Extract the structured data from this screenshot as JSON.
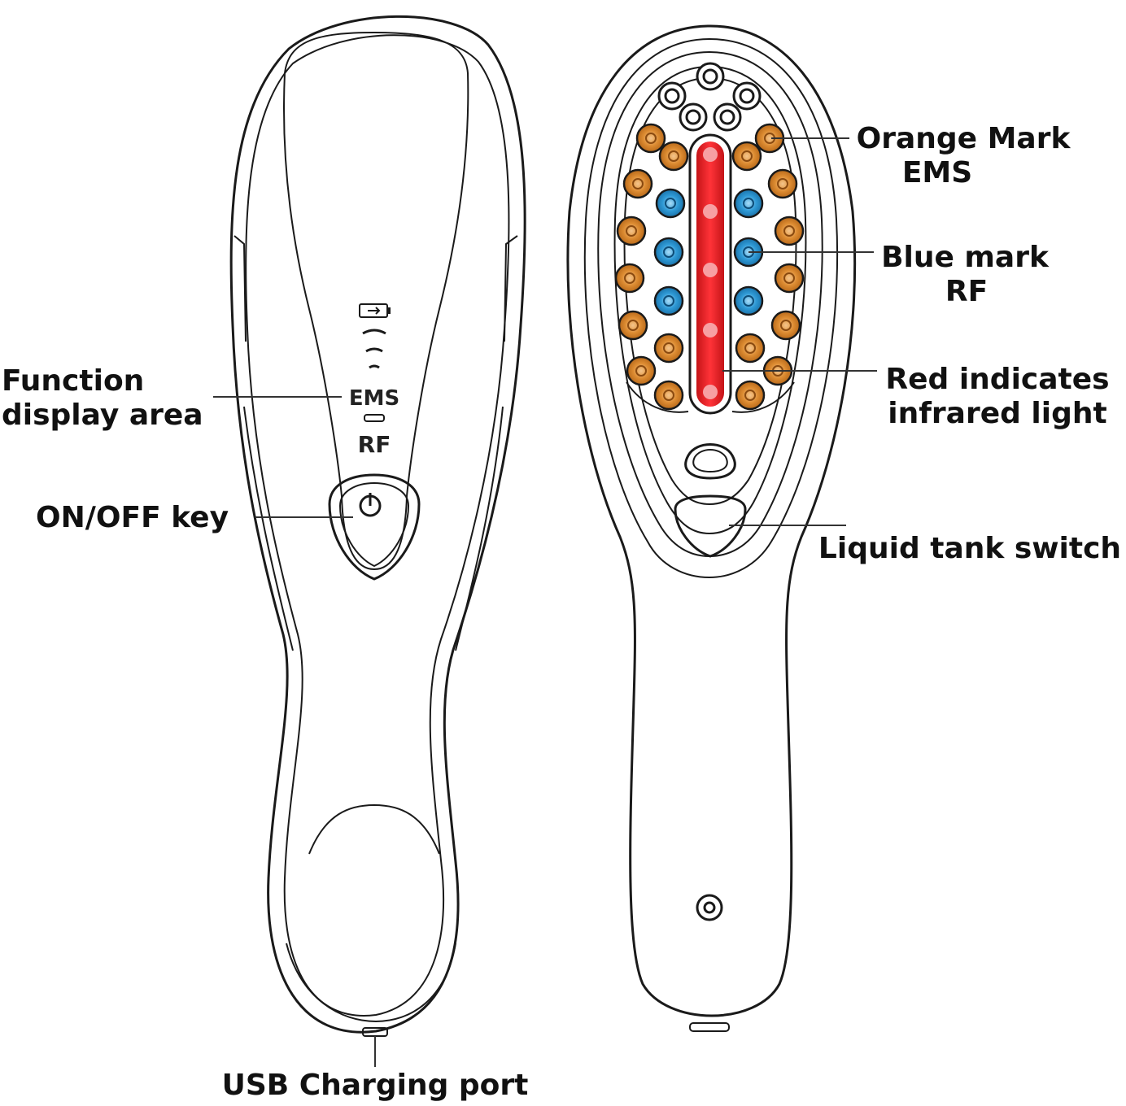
{
  "labels": {
    "function_display": [
      "Function",
      "display area"
    ],
    "on_off": "ON/OFF key",
    "usb": "USB Charging port",
    "orange": [
      "Orange Mark",
      "EMS"
    ],
    "blue": [
      "Blue mark",
      "RF"
    ],
    "red": [
      "Red indicates",
      "infrared light"
    ],
    "liquid": "Liquid tank switch"
  },
  "device_text": {
    "ems": "EMS",
    "rf": "RF"
  },
  "icons": [
    "battery-icon",
    "wave-signal-icon",
    "power-icon",
    "usb-port",
    "charging-contact-icon"
  ],
  "colors": {
    "ems_mark": "#d98a2e",
    "rf_mark": "#2f9ad6",
    "infrared_light": "#e8262a",
    "outline": "#1a1a1a"
  }
}
